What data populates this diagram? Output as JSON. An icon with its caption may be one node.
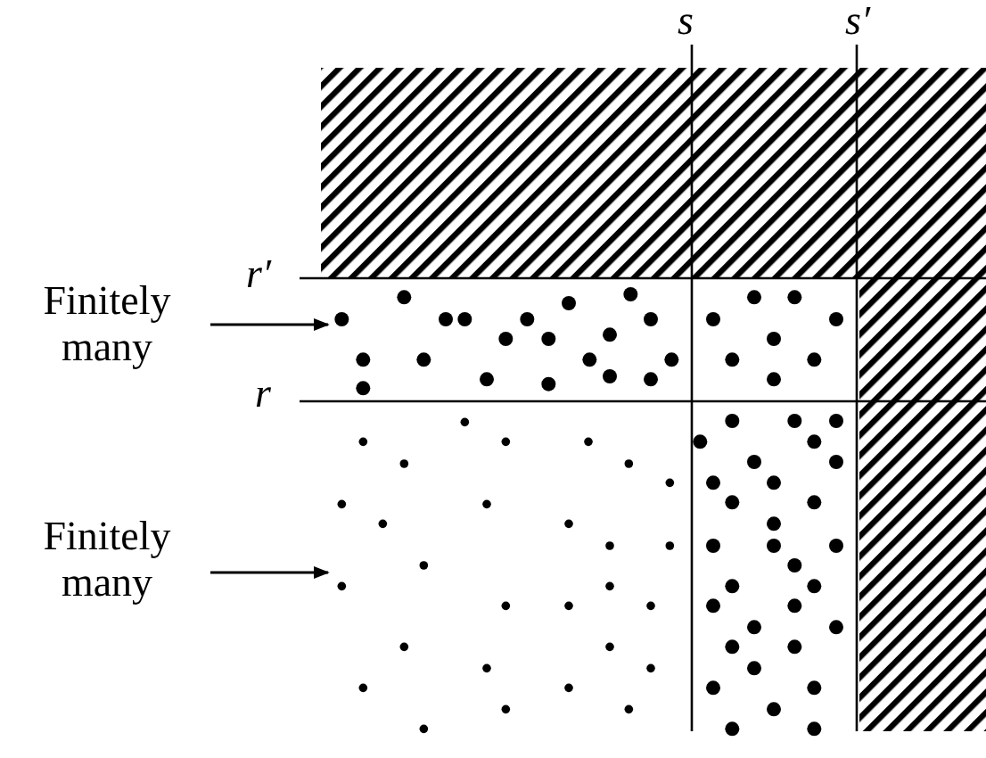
{
  "diagram": {
    "nodes": [
      {
        "text": [
          "Finitely many"
        ]
      },
      {
        "text": [
          "Finitely many"
        ]
      }
    ],
    "edges": [
      {
        "from": 0,
        "to": null,
        "arrow": "to"
      },
      {
        "from": 1,
        "to": null,
        "arrow": "to"
      }
    ],
    "labels": [
      "s",
      "s′",
      "r′",
      "r"
    ]
  }
}
